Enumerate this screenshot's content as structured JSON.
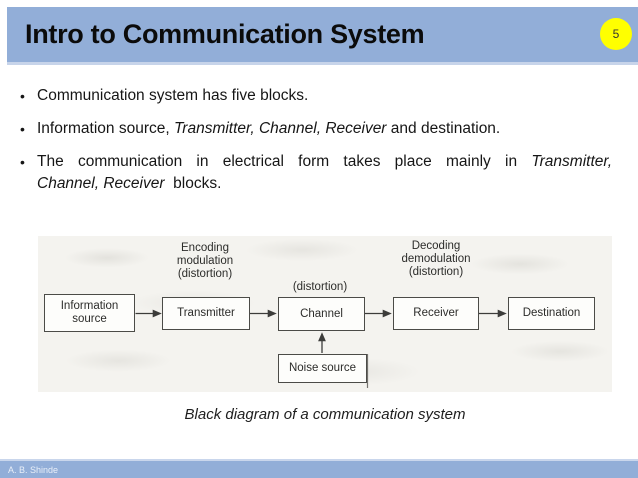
{
  "header": {
    "title": "Intro to Communication System",
    "page_number": "5"
  },
  "bullet_glyph": "•",
  "bullets": [
    {
      "lines": [
        {
          "justify": false,
          "segments": [
            {
              "text": "Communication system has five blocks.",
              "italic": false
            }
          ]
        }
      ]
    },
    {
      "lines": [
        {
          "justify": false,
          "segments": [
            {
              "text": "Information source, ",
              "italic": false
            },
            {
              "text": "Transmitter, Channel, Receiver",
              "italic": true
            },
            {
              "text": " and destination.",
              "italic": false
            }
          ]
        }
      ]
    },
    {
      "lines": [
        {
          "justify": true,
          "segments": [
            {
              "text": "The communication in electrical form takes place mainly in ",
              "italic": false
            },
            {
              "text": "Transmitter,",
              "italic": true
            }
          ]
        },
        {
          "justify": false,
          "segments": [
            {
              "text": "Channel, Receiver",
              "italic": true
            },
            {
              "text": "  blocks.",
              "italic": false
            }
          ]
        }
      ]
    }
  ],
  "diagram": {
    "notes": {
      "transmitter": "Encoding\nmodulation\n(distortion)",
      "channel": "(distortion)",
      "receiver": "Decoding\ndemodulation\n(distortion)"
    },
    "blocks": {
      "information_source": "Information\nsource",
      "transmitter": "Transmitter",
      "channel": "Channel",
      "receiver": "Receiver",
      "destination": "Destination",
      "noise_source": "Noise source"
    },
    "caption": "Black diagram of a communication system"
  },
  "footer": {
    "author": "A. B. Shinde"
  },
  "colors": {
    "bar_blue": "#92AED8",
    "bar_edge_light": "#C7D4EA",
    "page_circle_yellow": "#FFFF00",
    "scan_background": "#F4F3EF",
    "box_border": "#4B4B47"
  }
}
